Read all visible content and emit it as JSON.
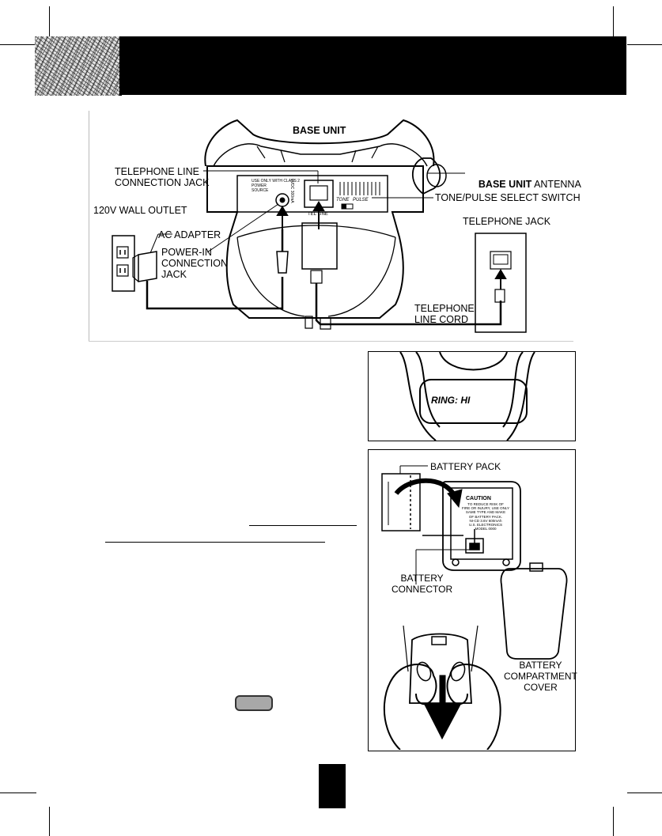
{
  "section_header": {
    "title": ""
  },
  "base_unit_diagram": {
    "base_unit_label": "BASE UNIT",
    "antenna_label_bold": "BASE UNIT",
    "antenna_label_rest": " ANTENNA",
    "phone_line_jack_label": "TELEPHONE LINE\nCONNECTION JACK",
    "tone_pulse_label": "TONE/PULSE SELECT SWITCH",
    "wall_outlet_label": "120V WALL OUTLET",
    "ac_adapter_label": "AC ADAPTER",
    "power_in_label": "POWER-IN\nCONNECTION\nJACK",
    "telephone_jack_label": "TELEPHONE JACK",
    "line_cord_label": "TELEPHONE\nLINE CORD",
    "panel_caution_text": "USE ONLY WITH CLASS 2\nPOWER\nSOURCE",
    "panel_voltage_text": "9VDC 300mA",
    "panel_tel_line_text": "TEL LINE",
    "panel_tone_text": "TONE",
    "panel_pulse_text": "PULSE"
  },
  "ringer_display": {
    "text": "RING: HI"
  },
  "battery_diagram": {
    "battery_pack_label": "BATTERY PACK",
    "caution_title": "CAUTION",
    "caution_text": "TO REDUCE RISK OF\nFIRE OR INJURY, USE ONLY\nSAME TYPE AND MAKE\nOF BATTERY PACK.\nNI-CD 3.6V 600mAh\nU.S. ELECTRONICS\nMODEL 0000",
    "battery_connector_label": "BATTERY\nCONNECTOR",
    "battery_cover_label": "BATTERY\nCOMPARTMENT\nCOVER"
  },
  "page_number": {
    "text": ""
  },
  "colors": {
    "ink": "#000000",
    "header_bar": "#000000",
    "button_gray": "#a8a8a8",
    "panel_border": "#cccccc"
  }
}
